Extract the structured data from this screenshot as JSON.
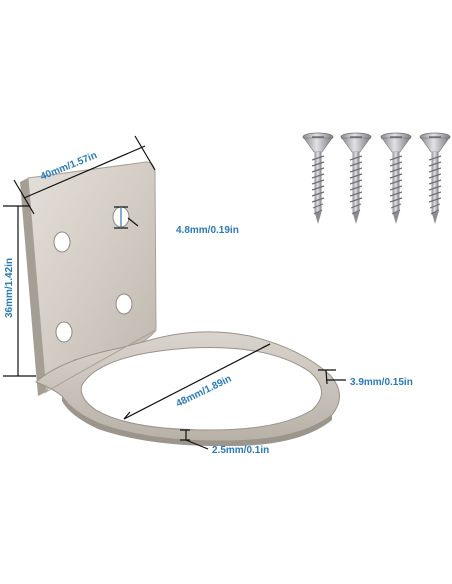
{
  "colors": {
    "dimension_text": "#2a7ab8",
    "dimension_line": "#111111",
    "steel_light": "#dcd6cf",
    "steel_mid": "#c4bdb4",
    "steel_dark": "#9b948b",
    "screw": "#b8b8bc",
    "screw_dark": "#7e7f84"
  },
  "icons": [
    "screw-icon",
    "screw-icon",
    "screw-icon",
    "screw-icon"
  ],
  "dimensions": {
    "width": "40mm/1.57in",
    "height": "36mm/1.42in",
    "hole": "4.8mm/0.19in",
    "ring_diameter": "48mm/1.89in",
    "ring_width": "3.9mm/0.15in",
    "thickness": "2.5mm/0.1in"
  }
}
